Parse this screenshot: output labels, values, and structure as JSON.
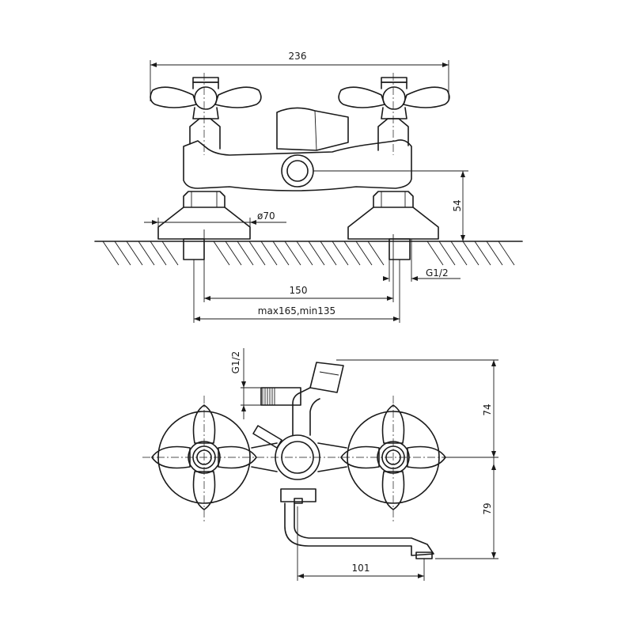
{
  "dimensions": {
    "overall_width": "236",
    "spindle_diameter": "ø70",
    "height_to_outlet": "54",
    "connection_thread": "G1/2",
    "center_distance": "150",
    "center_range": "max165,min135",
    "side_thread": "G1/2",
    "diverter_height": "74",
    "spout_height": "79",
    "spout_reach": "101"
  }
}
